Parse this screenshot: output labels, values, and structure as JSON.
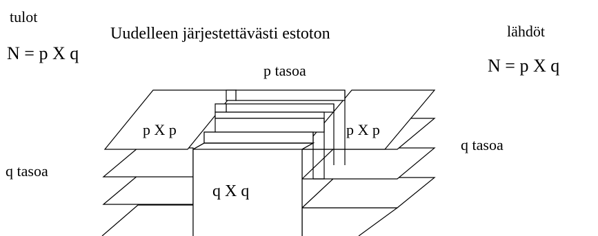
{
  "labels": {
    "inputs": "tulot",
    "inputs_formula": "N = p X q",
    "title": "Uudelleen järjestettävästi estoton",
    "outputs": "lähdöt",
    "outputs_formula": "N = p X q",
    "middle_planes": "p tasoa",
    "left_planes": "q tasoa",
    "right_planes": "q tasoa",
    "left_top_block": "p X p",
    "right_top_block": "p X p",
    "center_block": "q X q"
  },
  "colors": {
    "line": "#000000",
    "background": "#ffffff"
  }
}
